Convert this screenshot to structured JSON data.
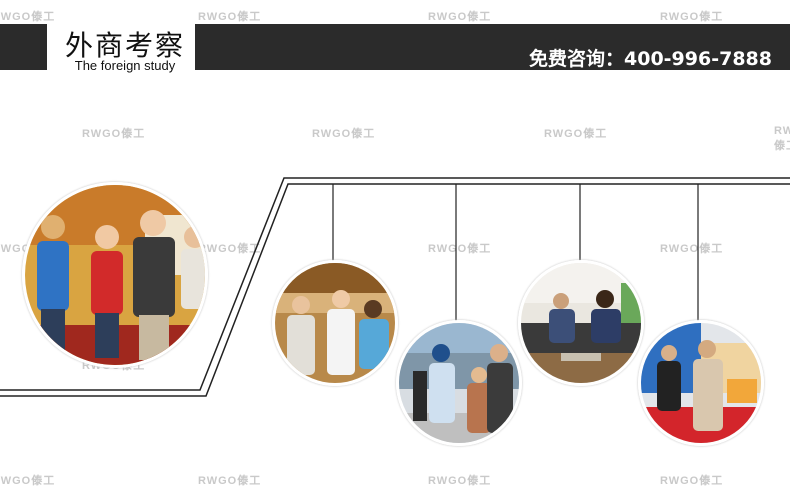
{
  "header": {
    "title_cn": "外商考察",
    "title_en": "The foreign study",
    "phone": "免费咨询：400-996-7888"
  },
  "watermark": {
    "logo_text": "RWGO傣工"
  },
  "photos": [
    {
      "name": "photo-group-1",
      "desc_icon": "people-photo"
    },
    {
      "name": "photo-group-2",
      "desc_icon": "people-photo"
    },
    {
      "name": "photo-group-3",
      "desc_icon": "people-photo"
    },
    {
      "name": "photo-group-4",
      "desc_icon": "people-photo"
    },
    {
      "name": "photo-group-5",
      "desc_icon": "people-photo"
    }
  ],
  "colors": {
    "banner": "#2b2b2b",
    "text_light": "#ffffff"
  }
}
